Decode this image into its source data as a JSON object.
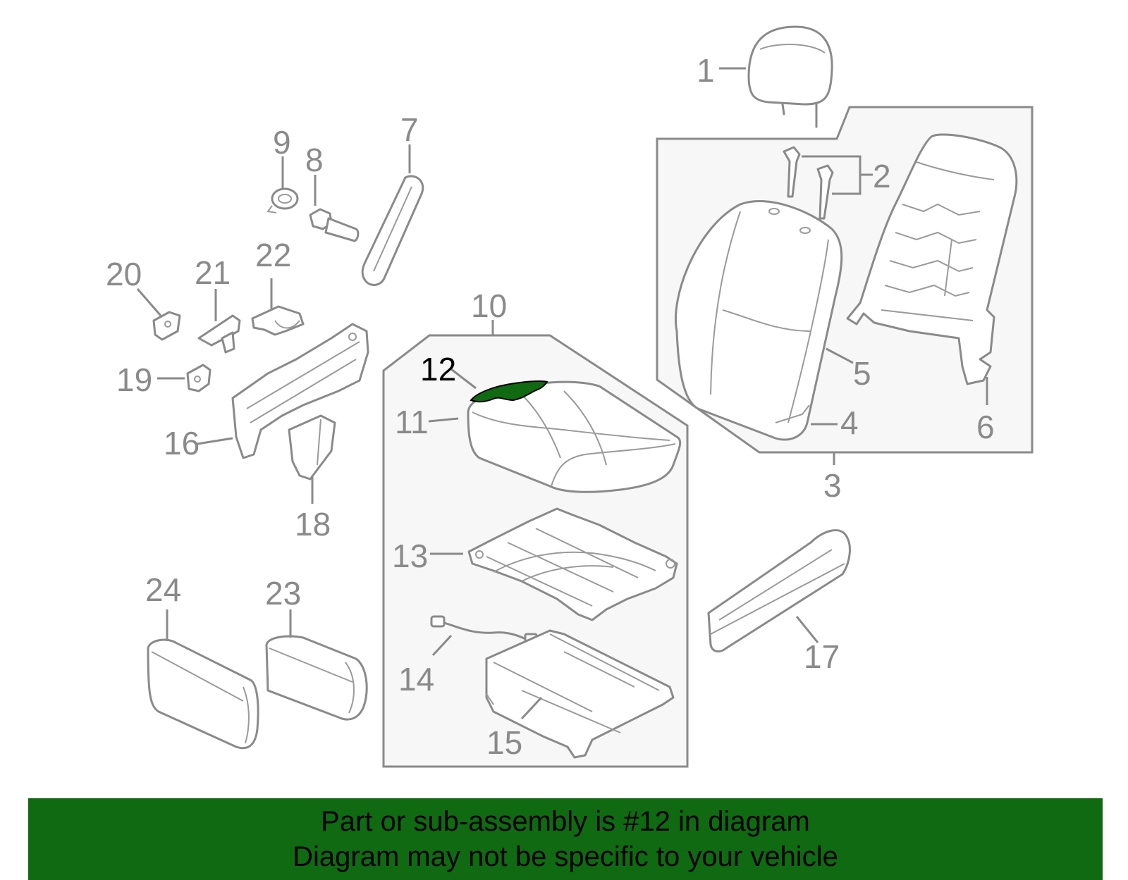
{
  "diagram": {
    "highlighted_part": "12",
    "highlight_color": "#0f6a12",
    "line_color": "#8a8a8a",
    "callouts": {
      "c1": "1",
      "c2": "2",
      "c3": "3",
      "c4": "4",
      "c5": "5",
      "c6": "6",
      "c7": "7",
      "c8": "8",
      "c9": "9",
      "c10": "10",
      "c11": "11",
      "c12": "12",
      "c13": "13",
      "c14": "14",
      "c15": "15",
      "c16": "16",
      "c17": "17",
      "c18": "18",
      "c19": "19",
      "c20": "20",
      "c21": "21",
      "c22": "22",
      "c23": "23",
      "c24": "24"
    }
  },
  "banner": {
    "line1": "Part or sub-assembly is #12 in diagram",
    "line2": "Diagram may not be specific to your vehicle",
    "background_color": "#0f6a12"
  }
}
